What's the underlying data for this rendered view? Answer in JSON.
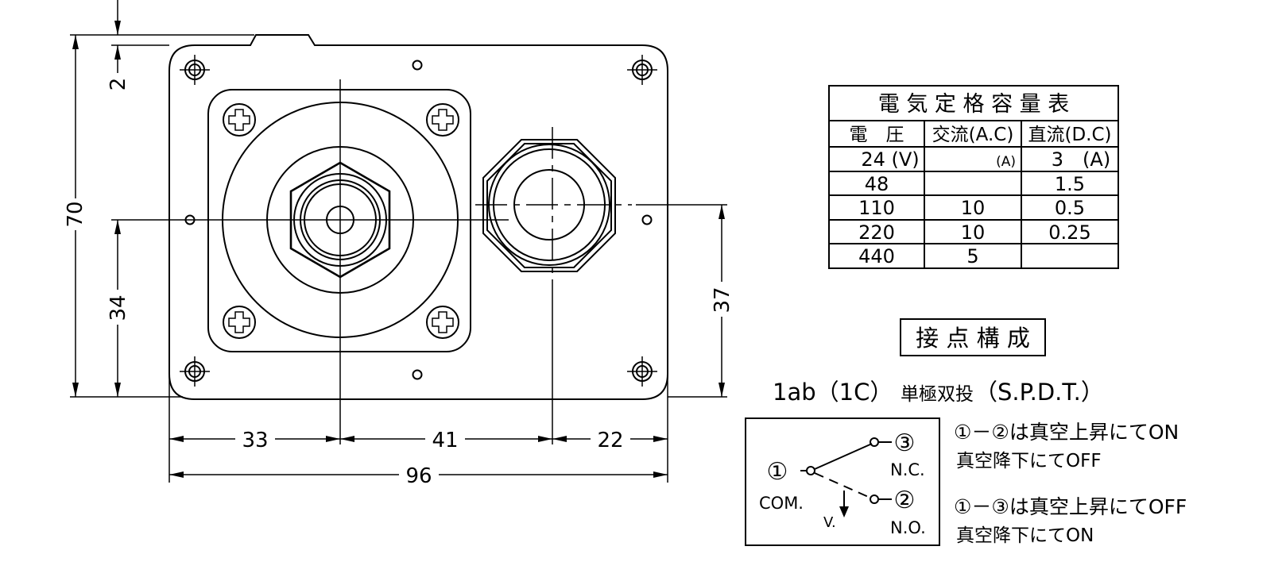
{
  "dimensions": {
    "top_gap": "2",
    "height_total": "70",
    "center_left": "34",
    "center_right": "37",
    "width_left": "33",
    "width_mid": "41",
    "width_right": "22",
    "width_total": "96"
  },
  "rating_table": {
    "title": "電 気 定 格 容 量 表",
    "headers": [
      "電　圧",
      "交流(A.C)",
      "直流(D.C)"
    ],
    "rows": [
      [
        "24 (V)",
        "(A)",
        "3　(A)"
      ],
      [
        "48",
        "",
        "1.5"
      ],
      [
        "110",
        "10",
        "0.5"
      ],
      [
        "220",
        "10",
        "0.25"
      ],
      [
        "440",
        "5",
        ""
      ]
    ]
  },
  "contact": {
    "heading": "接 点 構 成",
    "type_code": "1ab（1C）",
    "type_name": "単極双投",
    "type_abbr": "（S.P.D.T.）",
    "terminal_1": "①",
    "terminal_2": "②",
    "terminal_3": "③",
    "com_label": "COM.",
    "nc_label": "N.C.",
    "no_label": "N.O.",
    "v_label": "V.",
    "note_1a": "①－②は真空上昇にてON",
    "note_1b": "真空降下にてOFF",
    "note_2a": "①－③は真空上昇にてOFF",
    "note_2b": "真空降下にてON"
  }
}
